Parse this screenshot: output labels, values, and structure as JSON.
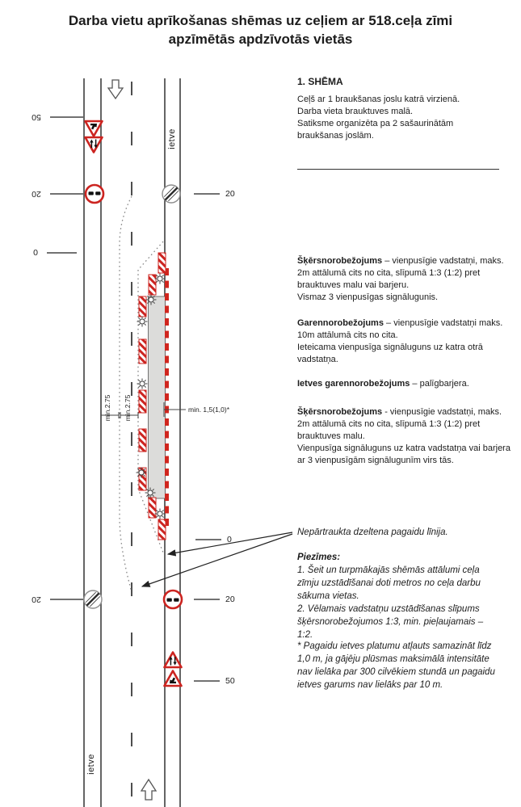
{
  "title": {
    "line1": "Darba vietu aprīkošanas shēmas uz ceļiem ar 518.ceļa zīmi",
    "line2": "apzīmētās apdzīvotās vietās"
  },
  "scheme_info": {
    "heading": "1. SHĒMA",
    "lines": [
      "Ceļš ar 1 braukšanas joslu katrā virzienā.",
      "Darba vieta brauktuves malā.",
      "Satiksme organizēta pa 2 sašaurinātām braukšanas joslām."
    ]
  },
  "legend": {
    "cross_barrier_1": {
      "term": "Šķērsnorobežojums",
      "text": " – vienpusīgie vadstatņi, maks. 2m attālumā cits no cita, slīpumā 1:3 (1:2) pret brauktuves malu vai barjeru.",
      "extra": "Vismaz 3 vienpusīgas signālugunis."
    },
    "long_barrier": {
      "term": "Garennorobežojums",
      "text": " – vienpusīgie vadstatņi maks. 10m attālumā cits no cita.",
      "extra": "Ieteicama vienpusīga signāluguns uz katra otrā vadstatņa."
    },
    "sidewalk_barrier": {
      "term": "Ietves garennorobežojums",
      "text": " – palīgbarjera."
    },
    "cross_barrier_2": {
      "term": "Šķērsnorobežojums",
      "text": " - vienpusīgie vadstatņi, maks. 2m attālumā cits no cita, slīpumā 1:3 (1:2) pret brauktuves malu.",
      "extra": "Vienpusīga signāluguns uz katra vadstatņa vai barjera ar 3 vienpusīgām signālugunīm virs tās."
    }
  },
  "annotation": {
    "yellow_line": "Nepārtraukta dzeltena pagaidu līnija."
  },
  "notes": {
    "heading": "Piezīmes:",
    "note1": "1. Šeit un turpmākajās shēmās attālumi ceļa zīmju uzstādīšanai doti metros no ceļa darbu sākuma vietas.",
    "note2": "2. Vēlamais vadstatņu uzstādīšanas slīpums šķērsnorobežojumos 1:3, min. pieļaujamais – 1:2.",
    "star_note": "* Pagaidu ietves platumu atļauts samazināt līdz 1,0 m, ja gājēju plūsmas maksimālā intensitāte nav lielāka par 300 cilvēkiem stundā un pagaidu ietves garums nav lielāks par 10 m."
  },
  "diagram": {
    "sidewalk_label_top": "ietve",
    "sidewalk_label_bottom": "ietve",
    "lane_width_label_1": "min.2.75",
    "lane_width_label_2": "min.2.75",
    "sidewalk_width_label": "min. 1,5(1,0)*",
    "markers_left": [
      {
        "label": "50"
      },
      {
        "label": "20"
      },
      {
        "label": "0"
      },
      {
        "label": "20"
      }
    ],
    "markers_right": [
      {
        "label": "20"
      },
      {
        "label": "0"
      },
      {
        "label": "20"
      },
      {
        "label": "50"
      }
    ],
    "icons": {
      "direction-down-arrow": "hollow outline arrow",
      "direction-up-arrow": "hollow outline arrow",
      "road-works-sign": "red triangle with worker glyph",
      "two-way-traffic-sign": "red triangle with opposing arrows",
      "no-overtaking-sign": "red circle with two car silhouettes",
      "end-of-restrictions-sign": "gray circle with diagonal stripe",
      "signal-lamp": "sun-burst lamp symbol",
      "guide-post": "red-white hatched post",
      "auxiliary-barrier": "red-white dashed barrier line"
    },
    "colors": {
      "sign_red": "#cc2420",
      "work_zone_gray": "#dcdcda",
      "line_dark": "#3d3d3d"
    }
  }
}
